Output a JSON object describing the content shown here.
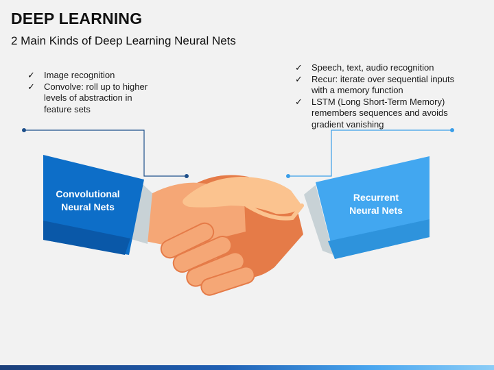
{
  "header": {
    "title": "DEEP LEARNING",
    "subtitle": "2 Main Kinds of Deep Learning Neural Nets"
  },
  "left": {
    "label_line1": "Convolutional",
    "label_line2": "Neural Nets",
    "bullets": [
      "Image recognition",
      "Convolve: roll up to higher levels of abstraction in feature sets"
    ]
  },
  "right": {
    "label_line1": "Recurrent",
    "label_line2": "Neural Nets",
    "bullets": [
      "Speech, text, audio recognition",
      "Recur: iterate over sequential inputs with a memory function",
      "LSTM (Long Short-Term Memory) remembers sequences and avoids gradient vanishing"
    ]
  },
  "icons": {
    "bullet": "check-icon",
    "illustration": "handshake-icon"
  },
  "colors": {
    "left_sleeve": "#0d6ec8",
    "left_sleeve_dark": "#0a58a8",
    "right_sleeve": "#42a7f0",
    "right_sleeve_dark": "#2e93dc",
    "skin_light": "#fbc38f",
    "skin_mid": "#f5a776",
    "skin_dark": "#e57b48",
    "cuff": "#c8d2d6",
    "connector_left": "#1d4f8a",
    "connector_right": "#3a9ee8"
  }
}
